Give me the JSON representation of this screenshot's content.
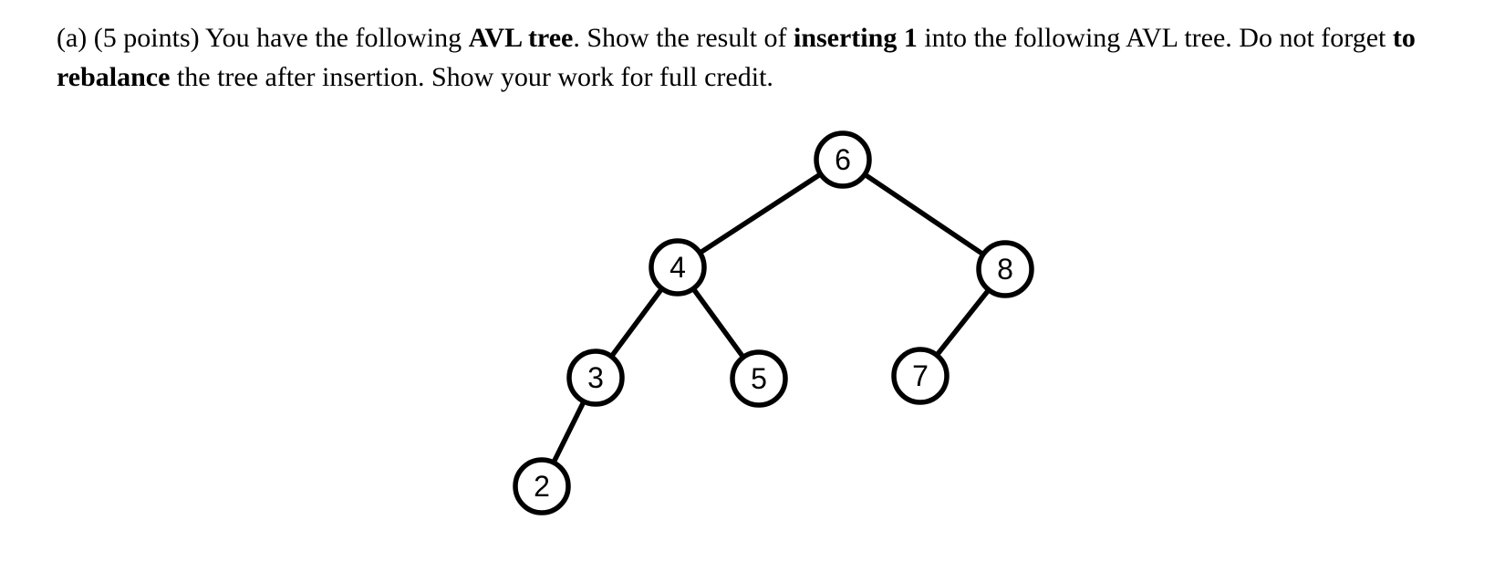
{
  "page": {
    "background_color": "#ffffff",
    "ink_color": "#000000"
  },
  "question": {
    "segments": [
      {
        "text": "(a) (5 points) You have the following ",
        "bold": false
      },
      {
        "text": "AVL tree",
        "bold": true
      },
      {
        "text": ". Show the result of ",
        "bold": false
      },
      {
        "text": "inserting 1",
        "bold": true
      },
      {
        "text": " into the following AVL tree. Do not forget ",
        "bold": false
      },
      {
        "text": "to rebalance",
        "bold": true
      },
      {
        "text": " the tree after insertion. Show your work for full credit.",
        "bold": false
      }
    ]
  },
  "tree": {
    "type": "binary-tree",
    "root": "6",
    "nodes": [
      {
        "value": "6"
      },
      {
        "value": "4"
      },
      {
        "value": "8"
      },
      {
        "value": "3"
      },
      {
        "value": "5"
      },
      {
        "value": "7"
      },
      {
        "value": "2"
      }
    ],
    "edges": [
      {
        "parent": "6",
        "child": "4",
        "side": "left"
      },
      {
        "parent": "6",
        "child": "8",
        "side": "right"
      },
      {
        "parent": "4",
        "child": "3",
        "side": "left"
      },
      {
        "parent": "4",
        "child": "5",
        "side": "right"
      },
      {
        "parent": "8",
        "child": "7",
        "side": "left"
      },
      {
        "parent": "3",
        "child": "2",
        "side": "left"
      }
    ],
    "node_style": {
      "fill": "#ffffff",
      "stroke": "#000000",
      "text_color": "#000000"
    }
  }
}
